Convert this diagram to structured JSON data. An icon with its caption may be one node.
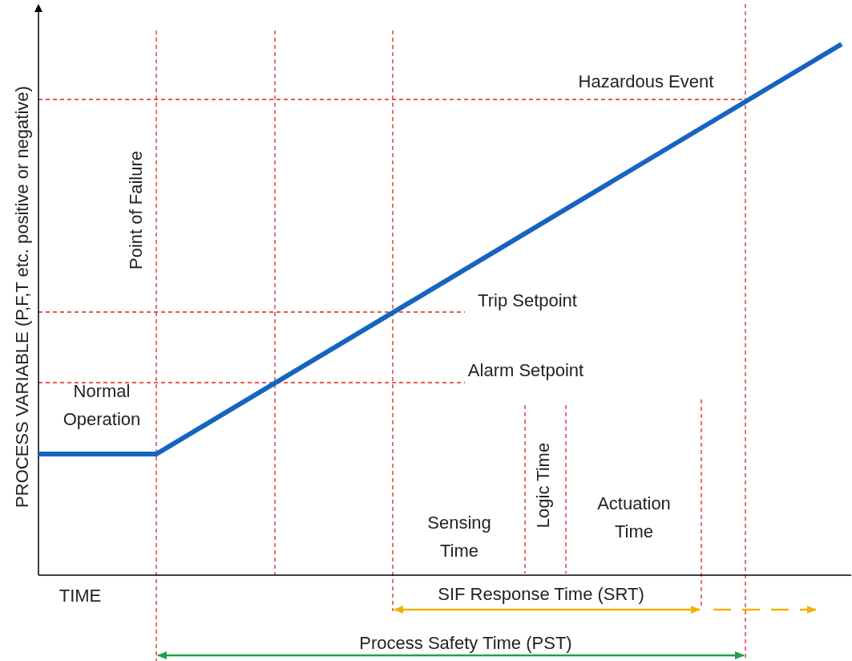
{
  "diagram": {
    "labels": [
      "PROCESS VARIABLE (P,F,T etc. positive or negative)",
      "Point of Failure",
      "Hazardous Event",
      "Trip Setpoint",
      "Alarm Setpoint",
      "Normal Operation",
      "Logic Time",
      "Actuation Time",
      "Sensing Time",
      "TIME",
      "SIF Response Time (SRT)",
      "Process Safety Time (PST)"
    ]
  }
}
